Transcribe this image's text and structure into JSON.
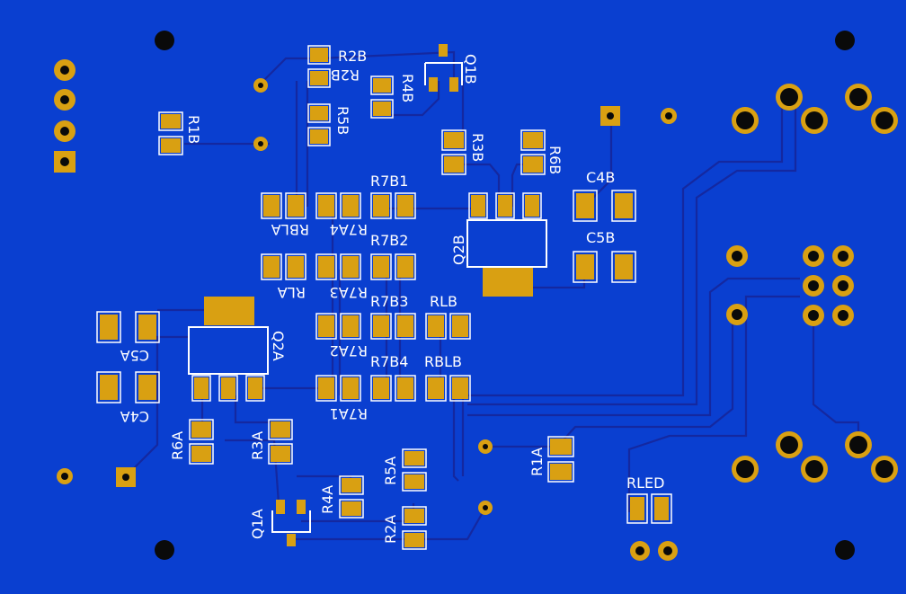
{
  "board": {
    "background_color": "#0a3fd0",
    "pad_color": "#d9a012",
    "trace_color": "#1428a0",
    "outline_color": "#ffffff",
    "hole_color": "#0a0a0a"
  },
  "labels": {
    "q1b": "Q1B",
    "r2b": "R2B",
    "r4b": "R4B",
    "r5b": "R5B",
    "r1b": "R1B",
    "r3b": "R3B",
    "r6b": "R6B",
    "r7b1": "R7B1",
    "c4b": "C4B",
    "rbla": "RBLA",
    "r7a4": "R7A4",
    "r7b2": "R7B2",
    "q2b": "Q2B",
    "c5b": "C5B",
    "rla": "RLA",
    "r7a3": "R7A3",
    "r7b3": "R7B3",
    "rlb": "RLB",
    "c5a": "C5A",
    "q2a": "Q2A",
    "r7a2": "R7A2",
    "r7b4": "R7B4",
    "rblb": "RBLB",
    "c4a": "C4A",
    "r7a1": "R7A1",
    "r6a": "R6A",
    "r3a": "R3A",
    "r1a": "R1A",
    "r5a": "R5A",
    "r4a": "R4A",
    "rled": "RLED",
    "q1a": "Q1A",
    "r2a": "R2A"
  }
}
